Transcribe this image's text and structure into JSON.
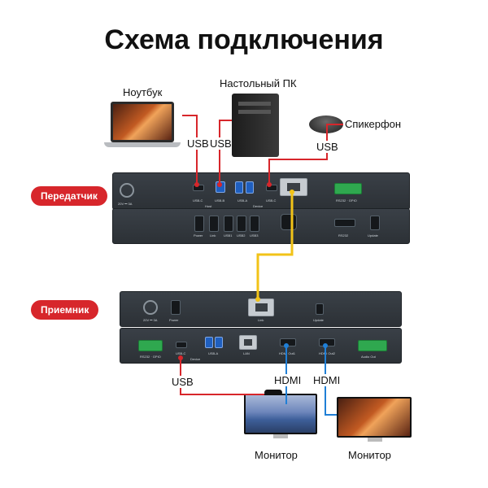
{
  "title": "Схема подключения",
  "labels": {
    "laptop": "Ноутбук",
    "desktop": "Настольный ПК",
    "speakerphone": "Спикерфон",
    "monitor1": "Монитор",
    "monitor2": "Монитор"
  },
  "badges": {
    "transmitter": "Передатчик",
    "receiver": "Приемник"
  },
  "wire_labels": {
    "usb_laptop": "USB",
    "usb_pc": "USB",
    "usb_speaker": "USB",
    "usb_camera": "USB",
    "hdmi1": "HDMI",
    "hdmi2": "HDMI"
  },
  "port_labels": {
    "tx_power": "20V ⎓ 3A",
    "tx_usbc": "USB-C",
    "tx_usbb": "USB-B",
    "tx_host": "Host",
    "tx_usba": "USB-A",
    "tx_usbc2": "USB-C",
    "tx_device": "Device",
    "tx_gpio": "RS232 · GPIO",
    "tx_power_label": "Power",
    "tx_link": "Link",
    "tx_usb1": "USB1",
    "tx_usb2": "USB2",
    "tx_usb3": "USB3",
    "tx_rs232": "RS232",
    "tx_update": "Update",
    "rx_power": "20V ⎓ 3A",
    "rx_power_label": "Power",
    "rx_link": "Link",
    "rx_update": "Update",
    "rx_gpio": "RS232 · GPIO",
    "rx_usbc": "USB-C",
    "rx_device": "Device",
    "rx_usba": "USB-A",
    "rx_lan": "LAN",
    "rx_hdmi1": "HDMI Out1",
    "rx_hdmi2": "HDMI Out2",
    "rx_audio": "Audio Out"
  },
  "colors": {
    "red": "#d7262b",
    "blue": "#1f7fd6",
    "yellow": "#f2c318",
    "badge": "#d7262b"
  }
}
